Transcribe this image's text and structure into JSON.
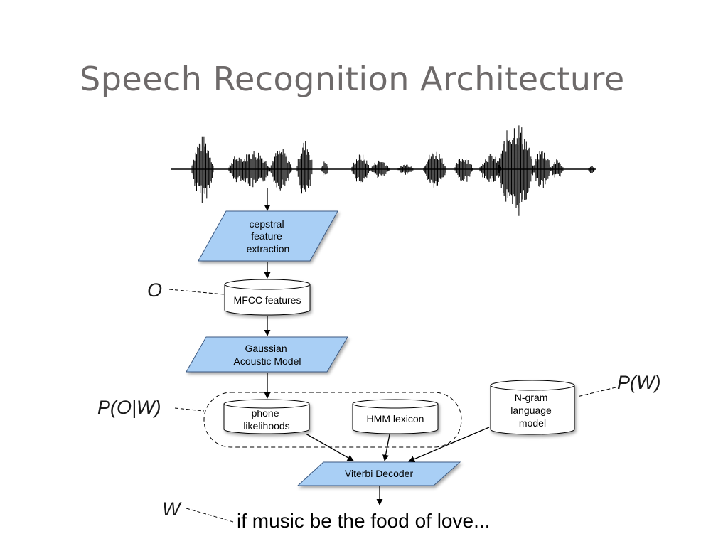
{
  "slide": {
    "title": "Speech Recognition Architecture"
  },
  "nodes": {
    "feature_extraction": [
      "cepstral",
      "feature",
      "extraction"
    ],
    "mfcc": [
      "MFCC features"
    ],
    "acoustic_model": [
      "Gaussian",
      "Acoustic Model"
    ],
    "phone_likelihoods": [
      "phone",
      "likelihoods"
    ],
    "hmm_lexicon": [
      "HMM lexicon"
    ],
    "ngram": [
      "N-gram",
      "language",
      "model"
    ],
    "viterbi": [
      "Viterbi Decoder"
    ]
  },
  "variables": {
    "observation": "O",
    "likelihood": "P(O|W)",
    "prior": "P(W)",
    "words": "W"
  },
  "output_text": "if music be the food of love...",
  "colors": {
    "process_fill": "#a9cff5",
    "process_stroke": "#3c5a82",
    "store_fill": "#ffffff",
    "line": "#000000",
    "title": "#6e6a6a"
  }
}
